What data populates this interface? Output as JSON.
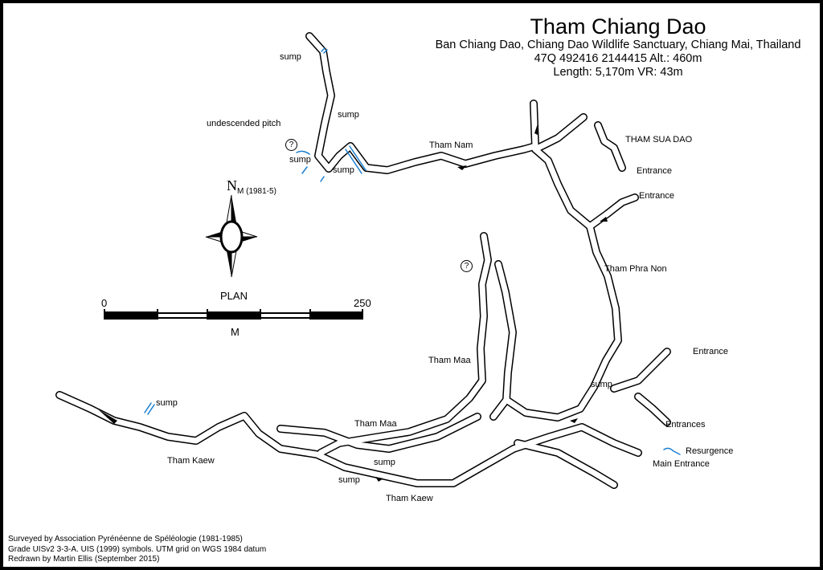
{
  "title": {
    "name": "Tham Chiang Dao",
    "location": "Ban Chiang Dao, Chiang Dao Wildlife Sanctuary, Chiang Mai, Thailand",
    "coordinates": "47Q 492416 2144415 Alt.: 460m",
    "stats": "Length: 5,170m  VR: 43m"
  },
  "compass": {
    "north": "N",
    "subscript": "M (1981-5)"
  },
  "scale": {
    "plan_label": "PLAN",
    "start": "0",
    "end": "250",
    "unit": "M"
  },
  "labels": {
    "sump_n": "sump",
    "undescended": "undescended pitch",
    "sump_ne": "sump",
    "sump_w": "sump",
    "sump_s": "sump",
    "question1": "?",
    "question2": "?",
    "tham_nam": "Tham Nam",
    "tham_sua_dao": "THAM SUA DAO",
    "entrance1": "Entrance",
    "entrance2": "Entrance",
    "tham_phra_non": "Tham Phra Non",
    "tham_maa_upper": "Tham Maa",
    "entrance3": "Entrance",
    "sump_east": "sump",
    "entrances": "Entrances",
    "resurgence": "Resurgence",
    "main_entrance": "Main Entrance",
    "sump_west": "sump",
    "tham_maa_lower": "Tham Maa",
    "tham_kaew_west": "Tham Kaew",
    "sump_lower1": "sump",
    "sump_lower2": "sump",
    "tham_kaew_south": "Tham Kaew"
  },
  "credits": [
    "Surveyed by Association Pyrénéenne de Spéléologie (1981-1985)",
    "Grade UISv2 3-3-A. UIS (1999) symbols. UTM grid on WGS 1984 datum",
    "Redrawn by Martin Ellis (September 2015)"
  ],
  "colors": {
    "water": "#1a7fd0",
    "line": "#000000"
  }
}
